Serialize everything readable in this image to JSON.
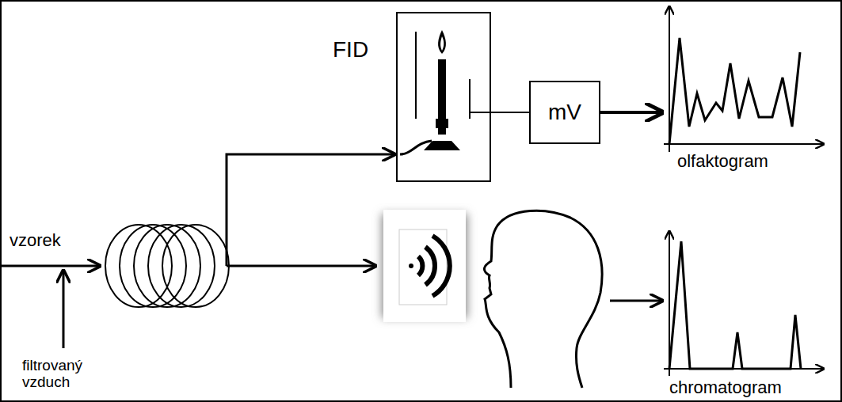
{
  "diagram": {
    "nodes": [
      {
        "text": [
          "FID"
        ]
      },
      {
        "text": [
          "mV"
        ]
      }
    ],
    "edges": [
      {
        "from": 0,
        "to": 1,
        "arrow": "none"
      }
    ],
    "labels": [
      "vzorek",
      "filtrovaný vzduch",
      "olfaktogram",
      "chromatogram"
    ]
  }
}
